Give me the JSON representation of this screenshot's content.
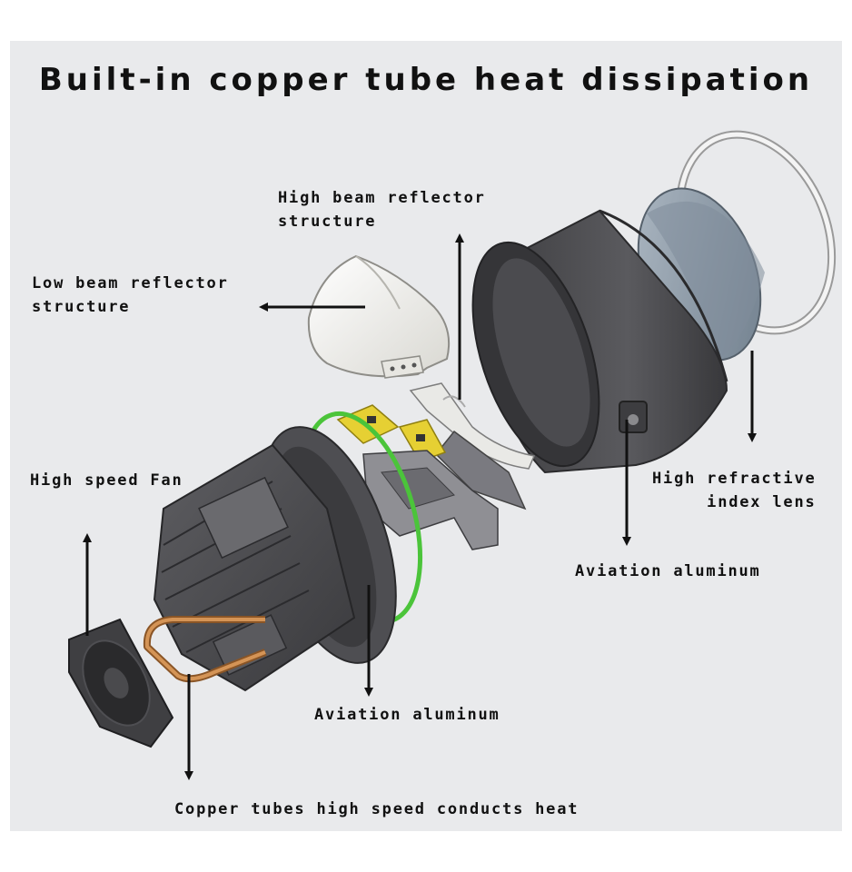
{
  "title": "Built-in copper tube heat dissipation",
  "labels": {
    "high_beam": [
      "High beam reflector",
      "structure"
    ],
    "low_beam": [
      "Low beam reflector",
      "structure"
    ],
    "fan": "High speed Fan",
    "lens": [
      "High refractive",
      "index lens"
    ],
    "aviation_right": "Aviation aluminum",
    "aviation_center": "Aviation aluminum",
    "copper": "Copper tubes high speed conducts heat"
  },
  "colors": {
    "background": "#e9eaec",
    "housing": "#4a4a4d",
    "reflector": "#f3f2ee",
    "lens": "#8c9aa8",
    "ring": "#4bc43a",
    "copper": "#c07a3e",
    "pcb": "#e6d033",
    "arrow": "#111111"
  }
}
